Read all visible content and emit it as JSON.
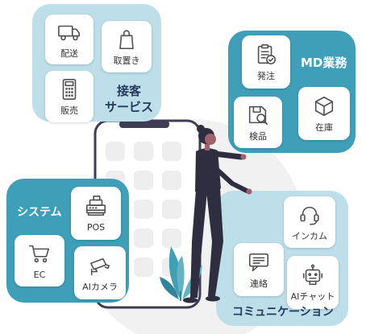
{
  "colors": {
    "light_panel": "#bddfe9",
    "teal_panel": "#3f9fb8",
    "title_dark": "#233a5e",
    "title_light": "#ffffff",
    "card_label": "#333333",
    "icon_stroke": "#505050",
    "figure_dark": "#2f2e41",
    "plant": "#3f9fb3"
  },
  "panels": {
    "service": {
      "title_lines": [
        "接客",
        "サービス"
      ],
      "cards": [
        {
          "label": "配送",
          "icon": "truck-icon"
        },
        {
          "label": "取置き",
          "icon": "shopping-bag-icon"
        },
        {
          "label": "販売",
          "icon": "calculator-icon"
        }
      ]
    },
    "md": {
      "title": "MD業務",
      "cards": [
        {
          "label": "発注",
          "icon": "clipboard-check-icon"
        },
        {
          "label": "在庫",
          "icon": "box-icon"
        },
        {
          "label": "検品",
          "icon": "floppy-search-icon"
        }
      ]
    },
    "system": {
      "title": "システム",
      "cards": [
        {
          "label": "POS",
          "icon": "cash-register-icon"
        },
        {
          "label": "EC",
          "icon": "shopping-cart-icon"
        },
        {
          "label": "AIカメラ",
          "icon": "security-camera-icon"
        }
      ]
    },
    "communication": {
      "title": "コミュニケーション",
      "cards": [
        {
          "label": "インカム",
          "icon": "headset-icon"
        },
        {
          "label": "連絡",
          "icon": "chat-icon"
        },
        {
          "label": "AIチャット",
          "icon": "robot-icon"
        }
      ]
    }
  }
}
